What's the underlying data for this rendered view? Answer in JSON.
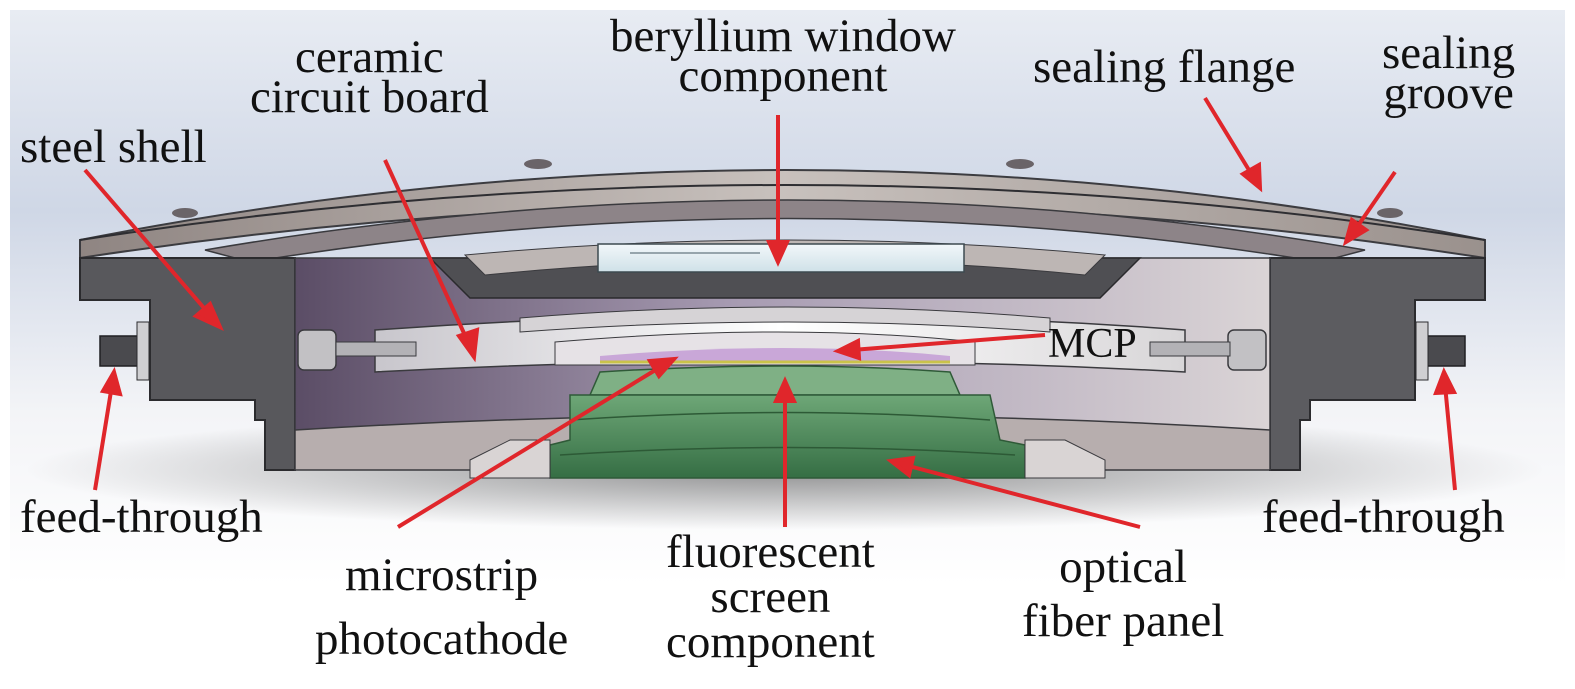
{
  "labels": {
    "steel_shell": [
      "steel shell"
    ],
    "ceramic_circuit_board": [
      "ceramic",
      "circuit board"
    ],
    "beryllium_window": [
      "beryllium window",
      "component"
    ],
    "sealing_flange": [
      "sealing flange"
    ],
    "sealing_groove": [
      "sealing",
      "groove"
    ],
    "mcp": [
      "MCP"
    ],
    "feed_through_left": [
      "feed-through"
    ],
    "feed_through_right": [
      "feed-through"
    ],
    "microstrip_photocathode": [
      "microstrip",
      "photocathode"
    ],
    "fluorescent_screen": [
      "fluorescent",
      "screen",
      "component"
    ],
    "optical_fiber_panel": [
      "optical",
      "fiber panel"
    ]
  },
  "colors": {
    "steel": "#5b5b5f",
    "flange_top": "#a6a09e",
    "interior": "#7f7488",
    "green_glass": "#5f9a6a",
    "arrow": "#e0262b",
    "sky": "#cdd5e4"
  }
}
